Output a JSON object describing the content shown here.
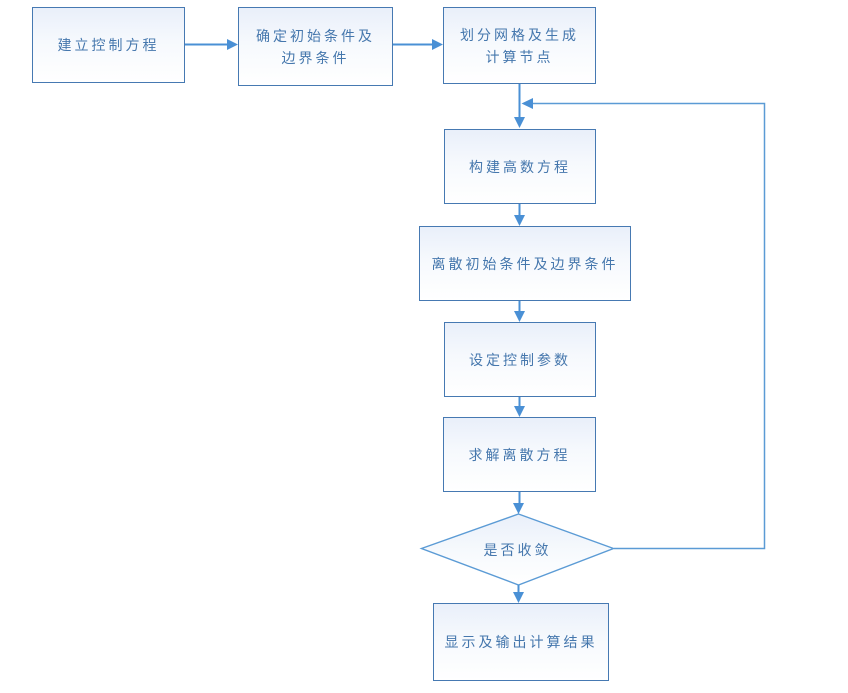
{
  "diagram": {
    "type": "flowchart",
    "colors": {
      "connector": "#4a90d5",
      "loop_connector": "#5b9bd5",
      "shape_border": "#4679b2",
      "shape_fill_top": "#e9effa",
      "shape_fill_bottom": "#ffffff",
      "text": "#4577ad",
      "background": "#ffffff"
    },
    "nodes": [
      {
        "id": "establish-governing-equations",
        "type": "process",
        "label": "建立控制方程"
      },
      {
        "id": "initial-boundary-conditions",
        "type": "process",
        "label": "确定初始条件及边界条件"
      },
      {
        "id": "mesh-generation",
        "type": "process",
        "label": "划分网格及生成计算节点"
      },
      {
        "id": "build-equations",
        "type": "process",
        "label": "构建高数方程"
      },
      {
        "id": "discretize-conditions",
        "type": "process",
        "label": "离散初始条件及边界条件"
      },
      {
        "id": "set-control-parameters",
        "type": "process",
        "label": "设定控制参数"
      },
      {
        "id": "solve-discrete-equations",
        "type": "process",
        "label": "求解离散方程"
      },
      {
        "id": "convergence-check",
        "type": "decision",
        "label": "是否收敛"
      },
      {
        "id": "display-output-results",
        "type": "process",
        "label": "显示及输出计算结果"
      }
    ],
    "edges": [
      {
        "from": "establish-governing-equations",
        "to": "initial-boundary-conditions"
      },
      {
        "from": "initial-boundary-conditions",
        "to": "mesh-generation"
      },
      {
        "from": "mesh-generation",
        "to": "build-equations"
      },
      {
        "from": "build-equations",
        "to": "discretize-conditions"
      },
      {
        "from": "discretize-conditions",
        "to": "set-control-parameters"
      },
      {
        "from": "set-control-parameters",
        "to": "solve-discrete-equations"
      },
      {
        "from": "solve-discrete-equations",
        "to": "convergence-check"
      },
      {
        "from": "convergence-check",
        "to": "display-output-results"
      },
      {
        "from": "convergence-check",
        "to": "build-equations",
        "note": "feedback-loop"
      }
    ]
  }
}
